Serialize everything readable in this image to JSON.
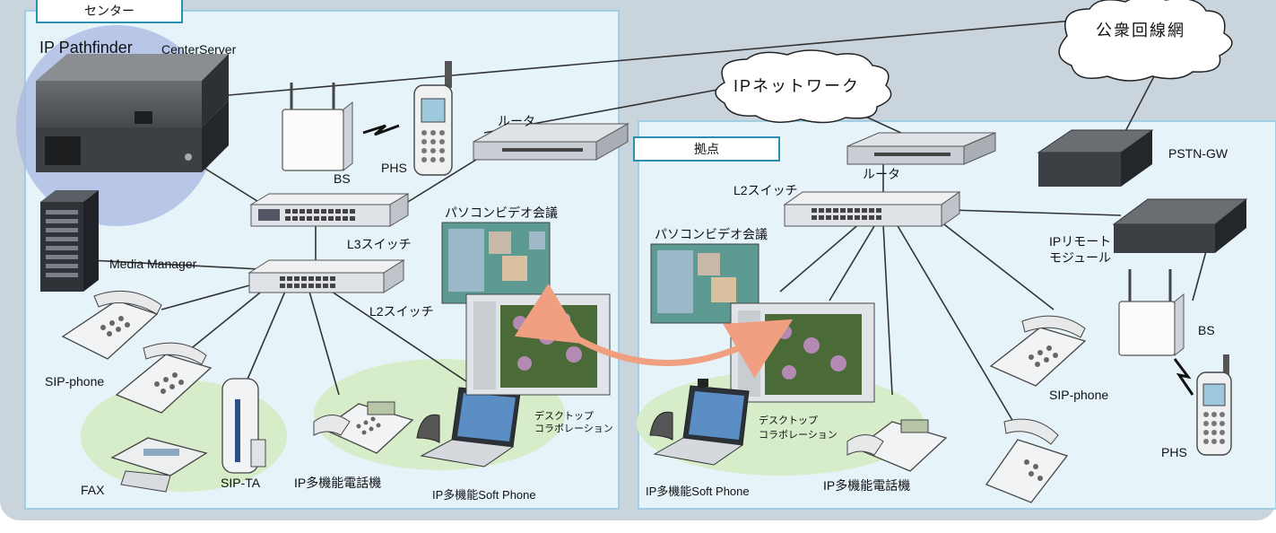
{
  "sections": {
    "center": "センター",
    "site": "拠点"
  },
  "clouds": {
    "public_network": "公衆回線網",
    "ip_network": "IPネットワーク"
  },
  "center": {
    "server_brand": "IP Pathfinder",
    "server_name": "CenterServer",
    "bs": "BS",
    "phs": "PHS",
    "router": "ルータ",
    "l3_switch": "L3スイッチ",
    "media_manager": "Media Manager",
    "l2_switch": "L2スイッチ",
    "video_conference": "パソコンビデオ会議",
    "sip_phone": "SIP-phone",
    "fax": "FAX",
    "sip_ta": "SIP-TA",
    "ip_phone": "IP多機能電話機",
    "softphone": "IP多機能Soft Phone",
    "desktop_collab_1": "デスクトップ",
    "desktop_collab_2": "コラボレーション"
  },
  "site": {
    "router": "ルータ",
    "l2_switch": "L2スイッチ",
    "pstn_gw": "PSTN-GW",
    "remote_module_1": "IPリモート",
    "remote_module_2": "モジュール",
    "video_conference": "パソコンビデオ会議",
    "bs": "BS",
    "sip_phone": "SIP-phone",
    "phs": "PHS",
    "desktop_collab_1": "デスクトップ",
    "desktop_collab_2": "コラボレーション",
    "softphone": "IP多機能Soft Phone",
    "ip_phone": "IP多機能電話機"
  },
  "colors": {
    "frame": "#c9d4dc",
    "zone": "#e6f4fa",
    "zone_border": "#8fc8e0",
    "ellipse": "#d7ecc8",
    "server_halo": "#a8b8e0",
    "tab_border": "#2a8fb0",
    "arrow": "#f0a080"
  }
}
